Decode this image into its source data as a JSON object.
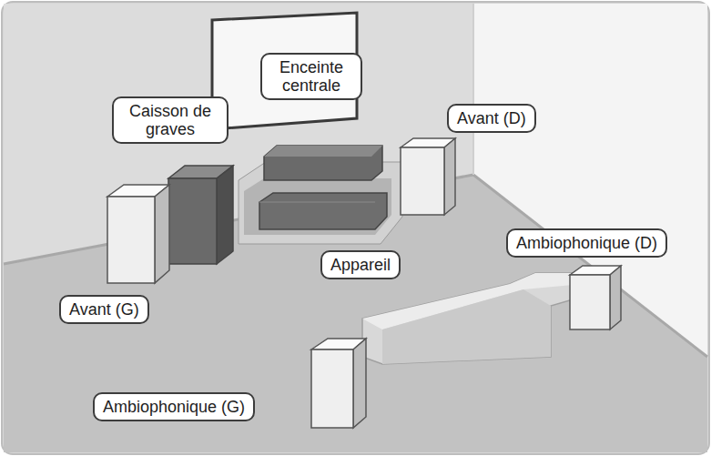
{
  "diagram": {
    "nodes": [
      {
        "text": [
          "Enceinte centrale"
        ]
      },
      {
        "text": [
          "Caisson de graves"
        ]
      },
      {
        "text": [
          "Avant (D)"
        ]
      },
      {
        "text": [
          "Ambiophonique (D)"
        ]
      },
      {
        "text": [
          "Appareil"
        ]
      },
      {
        "text": [
          "Avant (G)"
        ]
      },
      {
        "text": [
          "Ambiophonique (G)"
        ]
      }
    ]
  }
}
